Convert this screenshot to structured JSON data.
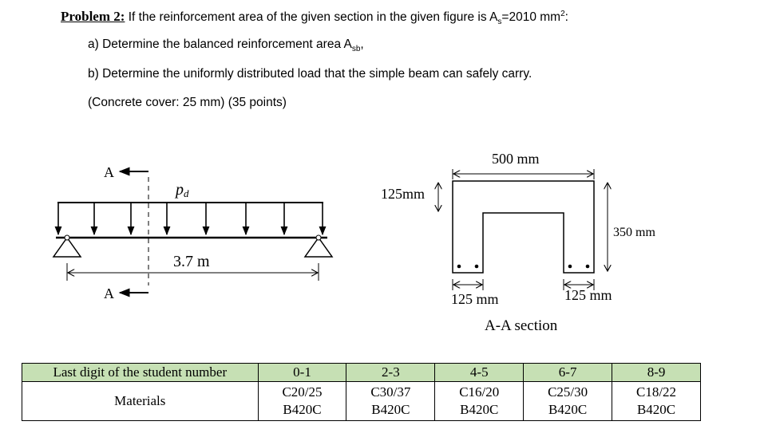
{
  "problem": {
    "label": "Problem 2:",
    "statement": " If the reinforcement area of the given section in the given figure is A",
    "as_sub": "s",
    "statement_value": "=2010 mm",
    "statement_sup": "2",
    "statement_end": ":",
    "part_a": "a) Determine the balanced reinforcement area A",
    "part_a_sub": "sb",
    "part_a_end": ",",
    "part_b": "b) Determine the uniformly distributed load that the simple beam can safely carry.",
    "note": "(Concrete cover: 25 mm) (35 points)"
  },
  "figure": {
    "section_mark_top": "A",
    "section_mark_bottom": "A",
    "load_label": "p",
    "load_sub": "d",
    "span_label": "3.7 m",
    "width_label": "500 mm",
    "flange_label": "125mm",
    "height_label": "350 mm",
    "left_web_label": "125 mm",
    "right_web_label": "125 mm",
    "section_caption": "A-A section"
  },
  "table": {
    "header_label": "Last digit of the student number",
    "row_label": "Materials",
    "columns": [
      {
        "digits": "0-1",
        "concrete": "C20/25",
        "steel": "B420C"
      },
      {
        "digits": "2-3",
        "concrete": "C30/37",
        "steel": "B420C"
      },
      {
        "digits": "4-5",
        "concrete": "C16/20",
        "steel": "B420C"
      },
      {
        "digits": "6-7",
        "concrete": "C25/30",
        "steel": "B420C"
      },
      {
        "digits": "8-9",
        "concrete": "C18/22",
        "steel": "B420C"
      }
    ]
  }
}
